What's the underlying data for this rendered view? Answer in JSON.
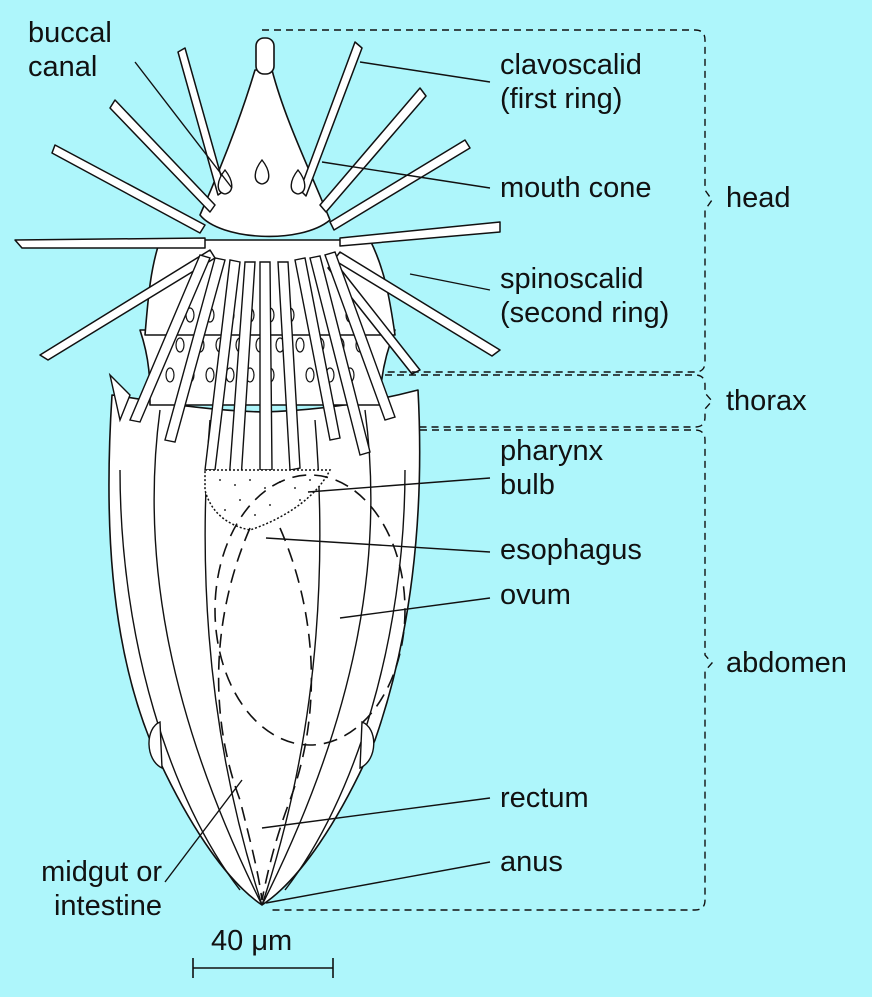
{
  "labels": {
    "buccal_canal": [
      "buccal",
      "canal"
    ],
    "clavoscalid": [
      "clavoscalid",
      "(first ring)"
    ],
    "mouth_cone": "mouth cone",
    "spinoscalid": [
      "spinoscalid",
      "(second ring)"
    ],
    "pharynx_bulb": [
      "pharynx",
      "bulb"
    ],
    "esophagus": "esophagus",
    "ovum": "ovum",
    "rectum": "rectum",
    "anus": "anus",
    "midgut": [
      "midgut or",
      "intestine"
    ]
  },
  "regions": {
    "head": "head",
    "thorax": "thorax",
    "abdomen": "abdomen"
  },
  "scale_bar": "40 μm",
  "colors": {
    "background": "#aef6fb",
    "body_fill": "#ffffff",
    "line": "#111111"
  }
}
